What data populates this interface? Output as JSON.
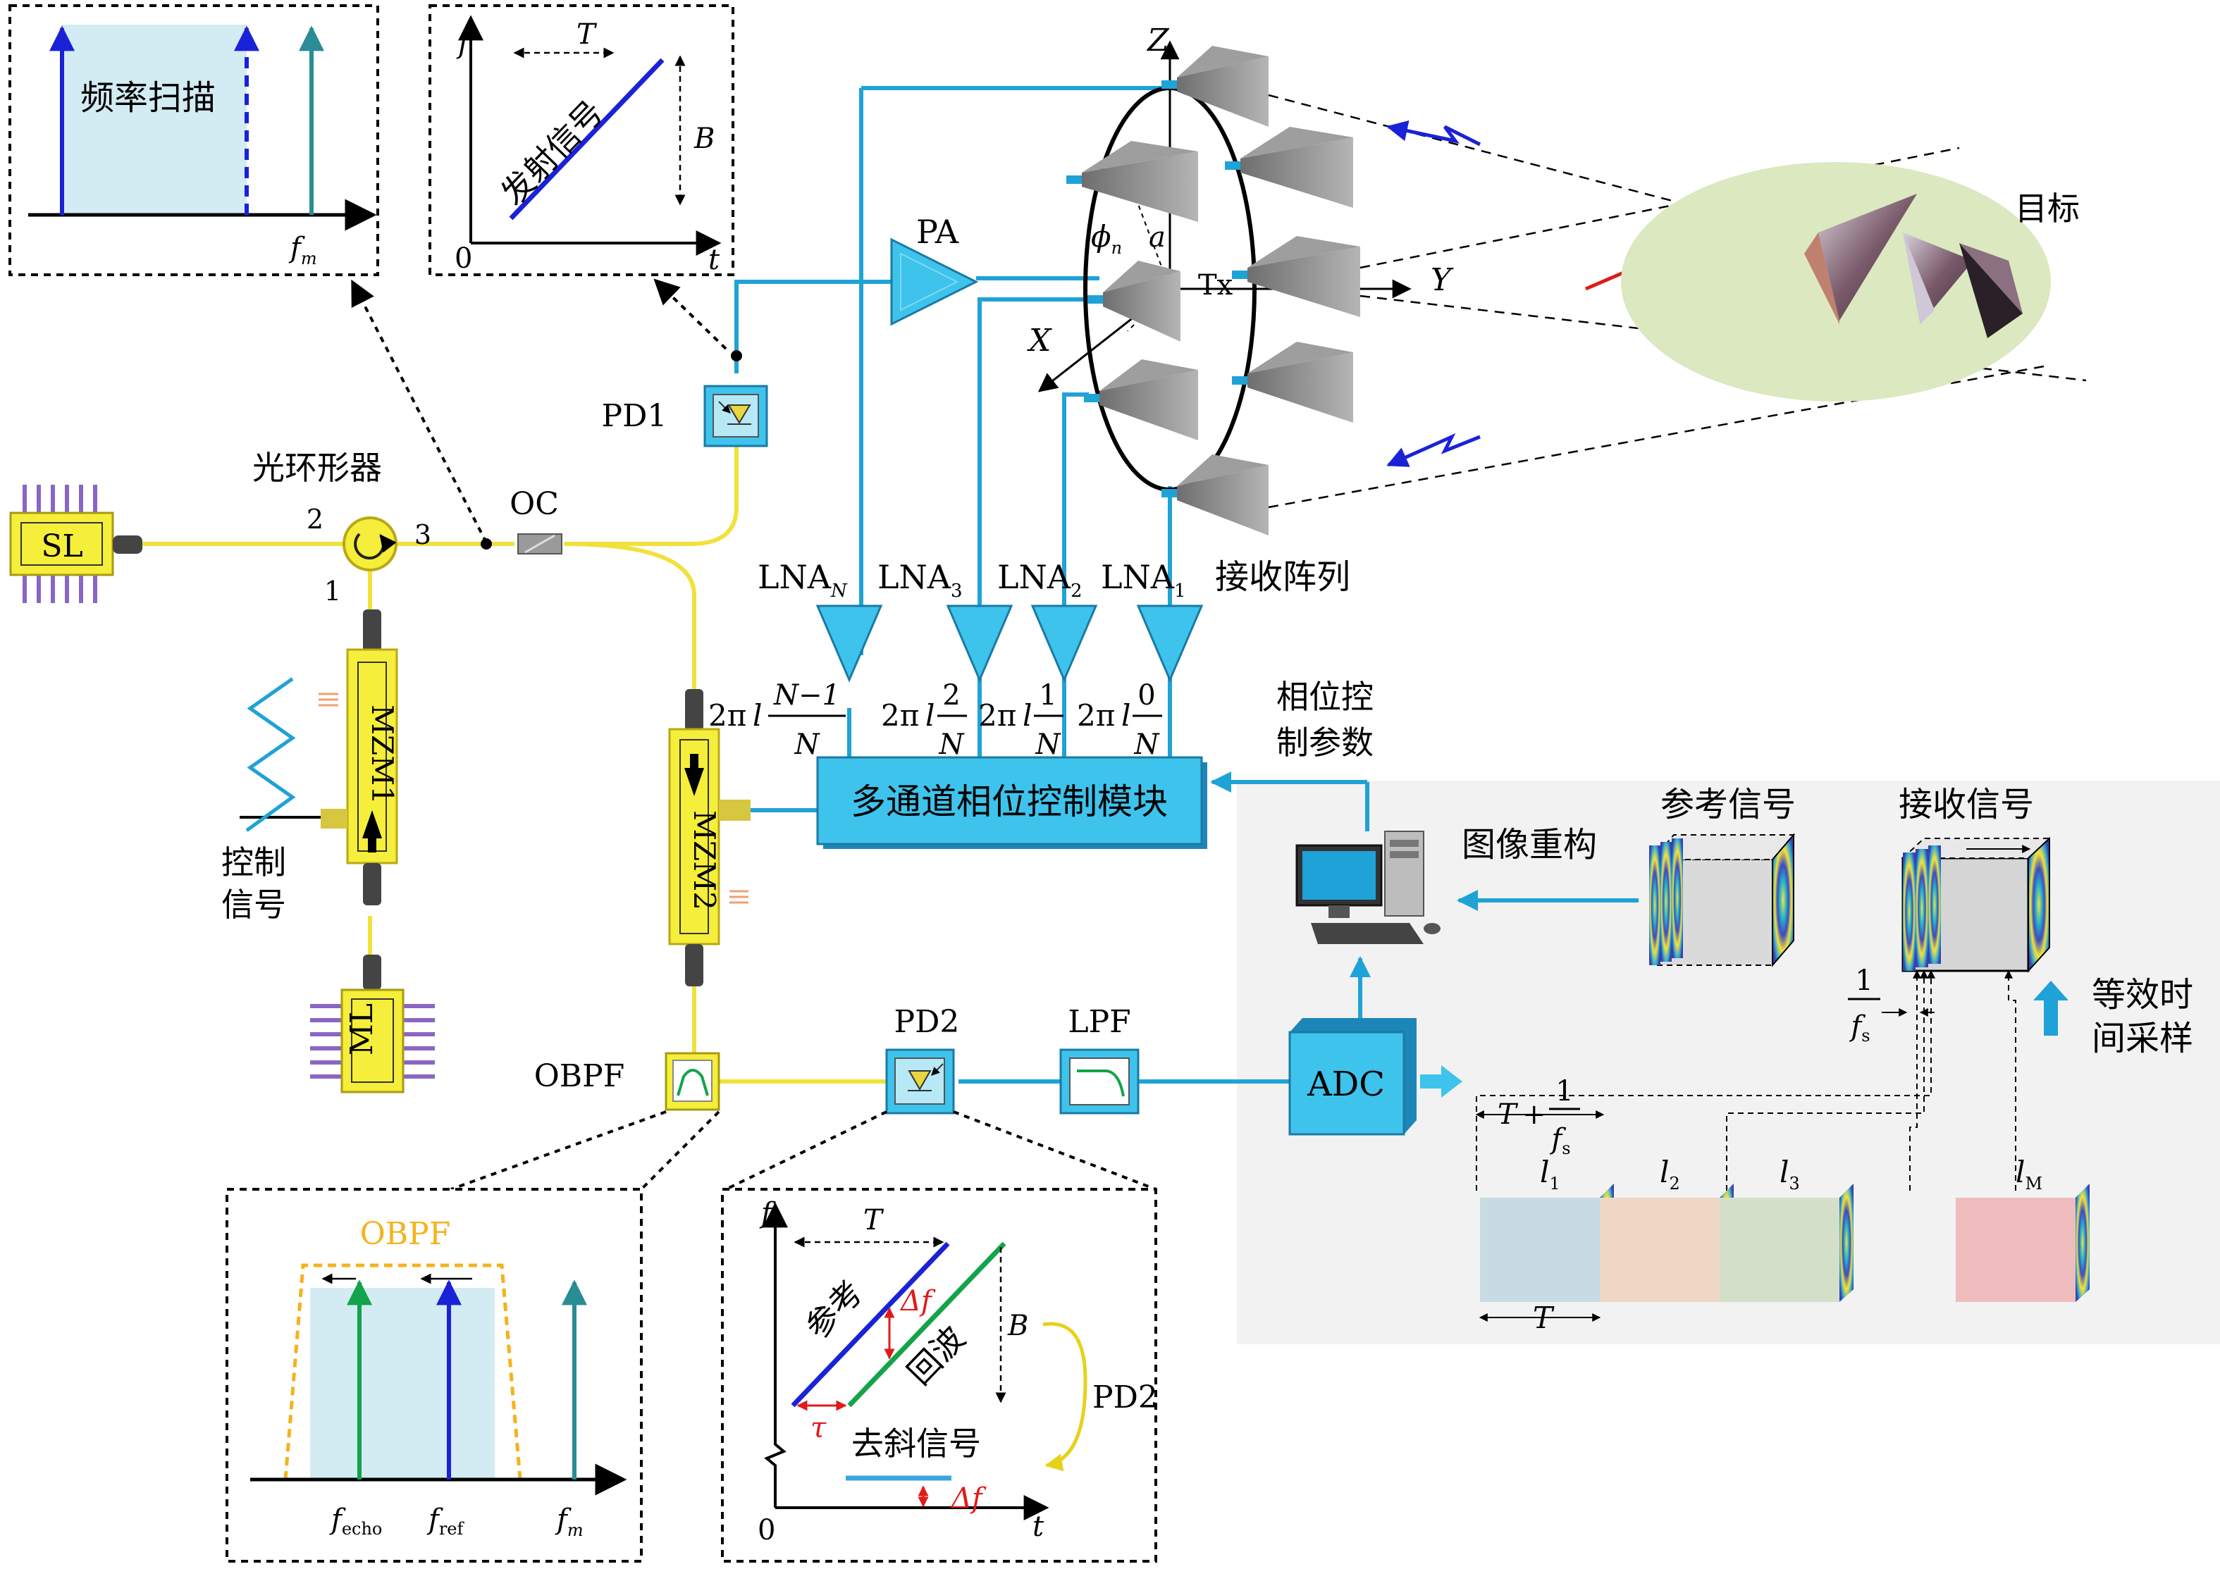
{
  "colors": {
    "fiber_yellow": "#f0e23a",
    "rf_cyan": "#1fa3d6",
    "box_cyan": "#3ec3ec",
    "component_yellow": "#f5ee3a",
    "chip_purple": "#8a66c4",
    "target_ellipse": "#dbe8c0",
    "inset_fill": "#d3ebf2",
    "grey_panel": "#f2f2f2",
    "blue": "#1a22d8",
    "green": "#13a34a",
    "teal": "#2a8c94",
    "red": "#e01a1a",
    "obpf_orange": "#f4b21c"
  },
  "sources": {
    "sl": "SL",
    "ml": "ML"
  },
  "circulator": {
    "title": "光环形器",
    "port1": "1",
    "port2": "2",
    "port3": "3"
  },
  "coupler": {
    "label": "OC"
  },
  "modulators": {
    "mzm1": "MZM1",
    "mzm2": "MZM2"
  },
  "control": {
    "line1": "控制",
    "line2": "信号"
  },
  "detectors": {
    "pd1": "PD1",
    "pd2": "PD2"
  },
  "filters": {
    "obpf": "OBPF",
    "lpf": "LPF"
  },
  "adc": "ADC",
  "pa": "PA",
  "lna": [
    {
      "base": "LNA",
      "sub": "N"
    },
    {
      "base": "LNA",
      "sub": "3"
    },
    {
      "base": "LNA",
      "sub": "2"
    },
    {
      "base": "LNA",
      "sub": "1"
    }
  ],
  "phases": [
    {
      "pre": "2π",
      "l": "l",
      "num": "N−1",
      "den": "N"
    },
    {
      "pre": "2π",
      "l": "l",
      "num": "2",
      "den": "N"
    },
    {
      "pre": "2π",
      "l": "l",
      "num": "1",
      "den": "N"
    },
    {
      "pre": "2π",
      "l": "l",
      "num": "0",
      "den": "N"
    }
  ],
  "phase_module": "多通道相位控制模块",
  "phase_params": {
    "line1": "相位控",
    "line2": "制参数"
  },
  "array": {
    "label": "接收阵列",
    "tx": "Tx",
    "x": "X",
    "y": "Y",
    "z": "Z",
    "phi": "ϕ",
    "phi_sub": "n",
    "a": "a"
  },
  "target": "目标",
  "reconstruct": "图像重构",
  "ref_signal": "参考信号",
  "rx_signal": "接收信号",
  "sampling": {
    "line1": "等效时",
    "line2": "间采样",
    "fs_num": "1",
    "fs_den": "f",
    "fs_sub": "s",
    "period_t": "T",
    "plus": "+"
  },
  "blocks": [
    {
      "l": "l",
      "sub": "1"
    },
    {
      "l": "l",
      "sub": "2"
    },
    {
      "l": "l",
      "sub": "3"
    },
    {
      "l": "l",
      "sub": "M"
    }
  ],
  "block_t": "T",
  "inset_scan": {
    "label": "频率扫描",
    "fm": "f",
    "fm_sub": "m"
  },
  "inset_tx": {
    "f": "f",
    "t": "t",
    "zero": "0",
    "T": "T",
    "B": "B",
    "signal": "发射信号"
  },
  "inset_obpf": {
    "title": "OBPF",
    "f_echo": "f",
    "echo_sub": "echo",
    "f_ref": "f",
    "ref_sub": "ref",
    "fm": "f",
    "fm_sub": "m"
  },
  "inset_dechirp": {
    "f": "f",
    "t": "t",
    "zero": "0",
    "T": "T",
    "B": "B",
    "ref": "参考",
    "echo": "回波",
    "df": "Δf",
    "tau": "τ",
    "signal": "去斜信号",
    "pd2": "PD2",
    "df2": "Δf"
  }
}
